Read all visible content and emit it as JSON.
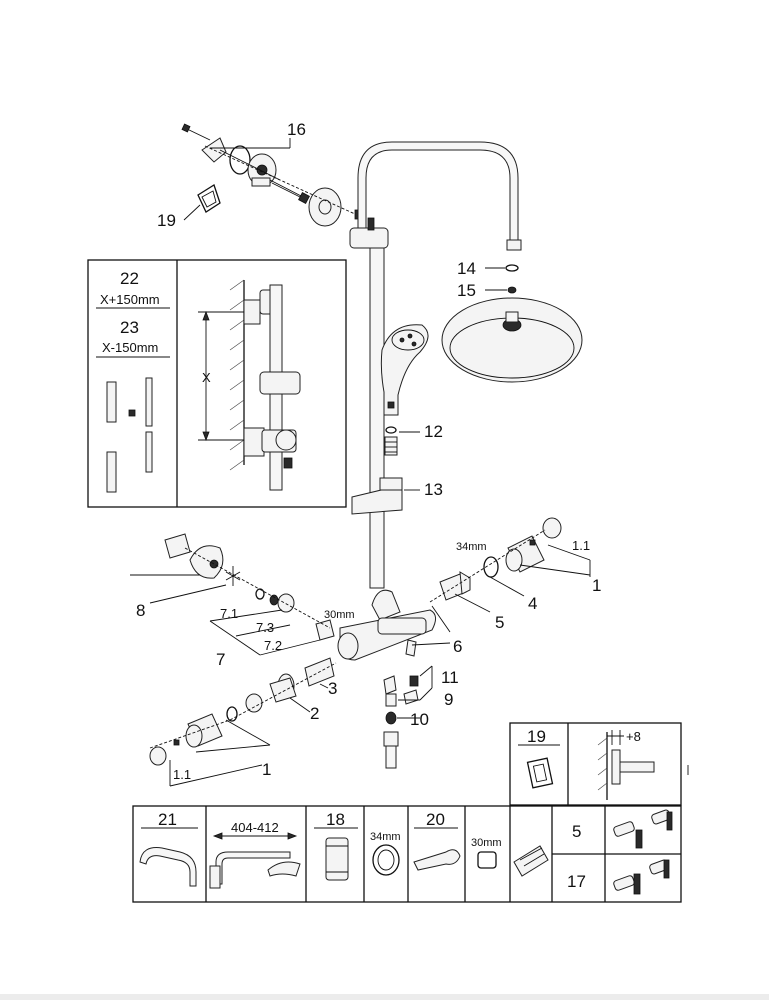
{
  "labels": {
    "part_16": "16",
    "part_19": "19",
    "part_14": "14",
    "part_15": "15",
    "part_12": "12",
    "part_13": "13",
    "part_8": "8",
    "part_7_1": "7.1",
    "part_7_3": "7.3",
    "part_7_2": "7.2",
    "part_7": "7",
    "part_30mm_upper": "30mm",
    "part_6": "6",
    "part_34mm_upper": "34mm",
    "part_1_1_right": "1.1",
    "part_1_right": "1",
    "part_5": "5",
    "part_4": "4",
    "part_11": "11",
    "part_3": "3",
    "part_9": "9",
    "part_2": "2",
    "part_10": "10",
    "part_1_1_left": "1.1",
    "part_1_left": "1"
  },
  "inset_top_left": {
    "label_22": "22",
    "text_22": "X+150mm",
    "label_23": "23",
    "text_23": "X-150mm",
    "dim_x": "X"
  },
  "inset_bottom_right": {
    "label_19": "19",
    "dim_plus8": "+8"
  },
  "spares_table": {
    "cell_21": "21",
    "dim_404_412": "404-412",
    "cell_18": "18",
    "dim_34mm": "34mm",
    "cell_20": "20",
    "dim_30mm": "30mm",
    "cell_5": "5",
    "cell_17": "17"
  }
}
